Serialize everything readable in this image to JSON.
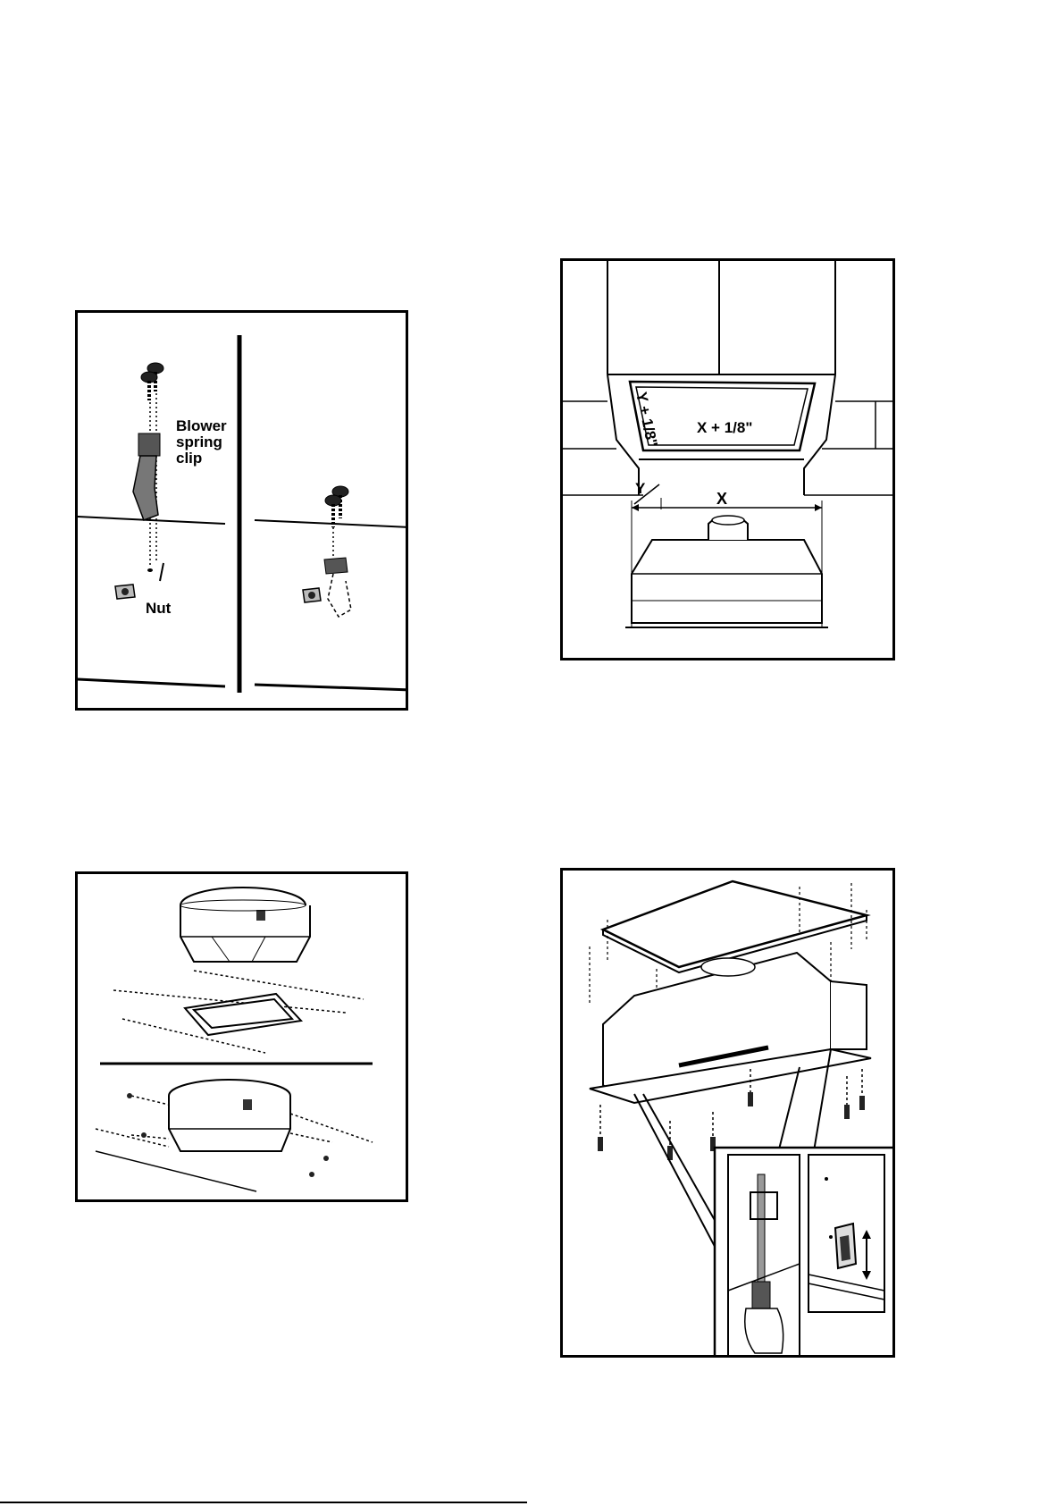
{
  "figures": {
    "spring_clip": {
      "label_blower": "Blower",
      "label_spring": "spring",
      "label_clip": "clip",
      "label_nut": "Nut"
    },
    "cutout": {
      "label_y_plus": "Y + 1/8\"",
      "label_x_plus": "X + 1/8\"",
      "label_y": "Y",
      "label_x": "X"
    },
    "blower_mount": {},
    "insert_mount": {}
  }
}
